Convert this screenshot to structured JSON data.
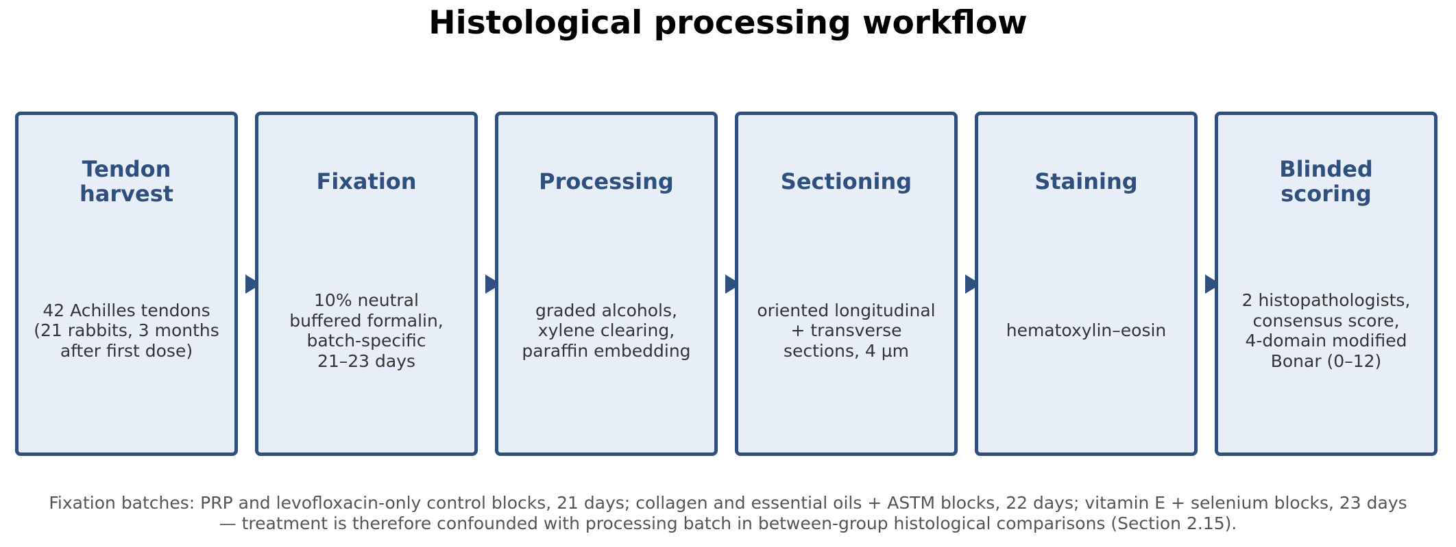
{
  "title": "Histological processing workflow",
  "steps": [
    {
      "title": "Tendon\nharvest",
      "body": "42 Achilles tendons\n(21 rabbits, 3 months\nafter first dose)"
    },
    {
      "title": "Fixation",
      "body": "10% neutral\nbuffered formalin,\nbatch-specific\n21–23 days"
    },
    {
      "title": "Processing",
      "body": "graded alcohols,\nxylene clearing,\nparaffin embedding"
    },
    {
      "title": "Sectioning",
      "body": "oriented longitudinal\n+ transverse\nsections, 4 µm"
    },
    {
      "title": "Staining",
      "body": "hematoxylin–eosin"
    },
    {
      "title": "Blinded\nscoring",
      "body": "2 histopathologists,\nconsensus score,\n4-domain modified\nBonar (0–12)"
    }
  ],
  "footnote": "Fixation batches: PRP and levofloxacin-only control blocks, 21 days; collagen and essential oils + ASTM blocks, 22 days; vitamin E + selenium blocks, 23 days — treatment is therefore confounded with processing batch in between-group histological comparisons (Section 2.15).",
  "colors": {
    "box_border": "#2f4f7f",
    "box_fill": "#e8eef8",
    "step_title": "#2f4f7f",
    "step_body": "#333333",
    "footnote": "#555555"
  }
}
